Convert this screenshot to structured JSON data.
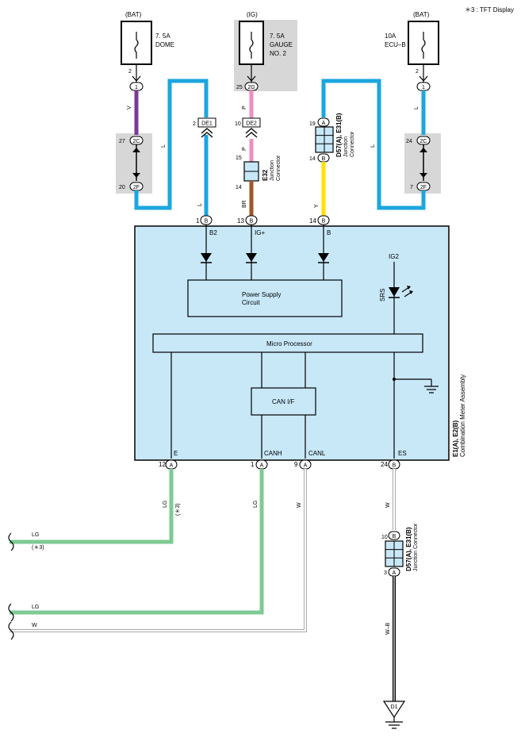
{
  "note": "＊3 : TFT Display",
  "fuses": {
    "dome": {
      "source": "(BAT)",
      "rating": "7. 5A",
      "name": "DOME",
      "pin": "2",
      "conn": "1"
    },
    "gauge": {
      "source": "(IG)",
      "rating": "7. 5A",
      "name1": "GAUGE",
      "name2": "NO. 2",
      "pin": "25",
      "conn": "2G"
    },
    "ecub": {
      "source": "(BAT)",
      "rating": "10A",
      "name": "ECU–B",
      "pin": "2",
      "conn": "1"
    }
  },
  "wires": {
    "v": "V",
    "l": "L",
    "p": "P",
    "br": "BR",
    "y": "Y",
    "lg": "LG",
    "w": "W",
    "wb": "W–B",
    "lg_note": "(＊3)"
  },
  "connectors": {
    "de1": {
      "pin": "2",
      "label": "DE1"
    },
    "de2": {
      "pin": "10",
      "label": "DE2"
    },
    "left_2c": {
      "pin": "27",
      "label": "2C"
    },
    "left_2f": {
      "pin": "20",
      "label": "2F"
    },
    "right_2c": {
      "pin": "24",
      "label": "2C"
    },
    "right_2f": {
      "pin": "7",
      "label": "2F"
    },
    "e32": {
      "title": "E32",
      "sub1": "Junction",
      "sub2": "Connector",
      "pin_top": "15",
      "pin_bot": "14"
    },
    "d57_top": {
      "title": "D57(A), E31(B)",
      "sub1": "Junction",
      "sub2": "Connector",
      "pin_top": "19",
      "conn_top": "A",
      "pin_bot": "14",
      "conn_bot": "B"
    },
    "d57_bottom": {
      "title": "D57(A), E31(B)",
      "sub": "Junction Connector",
      "pin_top": "10",
      "conn_top": "B",
      "pin_bot": "3",
      "conn_bot": "A"
    },
    "ground": {
      "label": "D1"
    }
  },
  "meter": {
    "title_code": "E1(A), E2(B)",
    "title_name": "Combination Meter Assembly",
    "top_pins": [
      {
        "pin": "1",
        "conn": "B",
        "label": "B2"
      },
      {
        "pin": "13",
        "conn": "B",
        "label": "IG+"
      },
      {
        "pin": "14",
        "conn": "B",
        "label": "B"
      }
    ],
    "bottom_pins": [
      {
        "pin": "12",
        "conn": "A",
        "label": "E"
      },
      {
        "pin": "1",
        "conn": "A",
        "label": "CANH"
      },
      {
        "pin": "9",
        "conn": "A",
        "label": "CANL"
      },
      {
        "pin": "24",
        "conn": "B",
        "label": "ES"
      }
    ],
    "power_supply1": "Power Supply",
    "power_supply2": "Circuit",
    "micro": "Micro Processor",
    "can": "CAN I/F",
    "ig2": "IG2",
    "srs": "SRS"
  },
  "colors": {
    "blue_wire": "#1ba6e0",
    "violet_wire": "#7a3a96",
    "pink_wire": "#ee8ec0",
    "brown_wire": "#a0552a",
    "yellow_wire": "#ffe000",
    "lightgreen_wire": "#7ccb94",
    "meter_fill": "#c8e8f8",
    "shade": "#d7d7d7"
  }
}
